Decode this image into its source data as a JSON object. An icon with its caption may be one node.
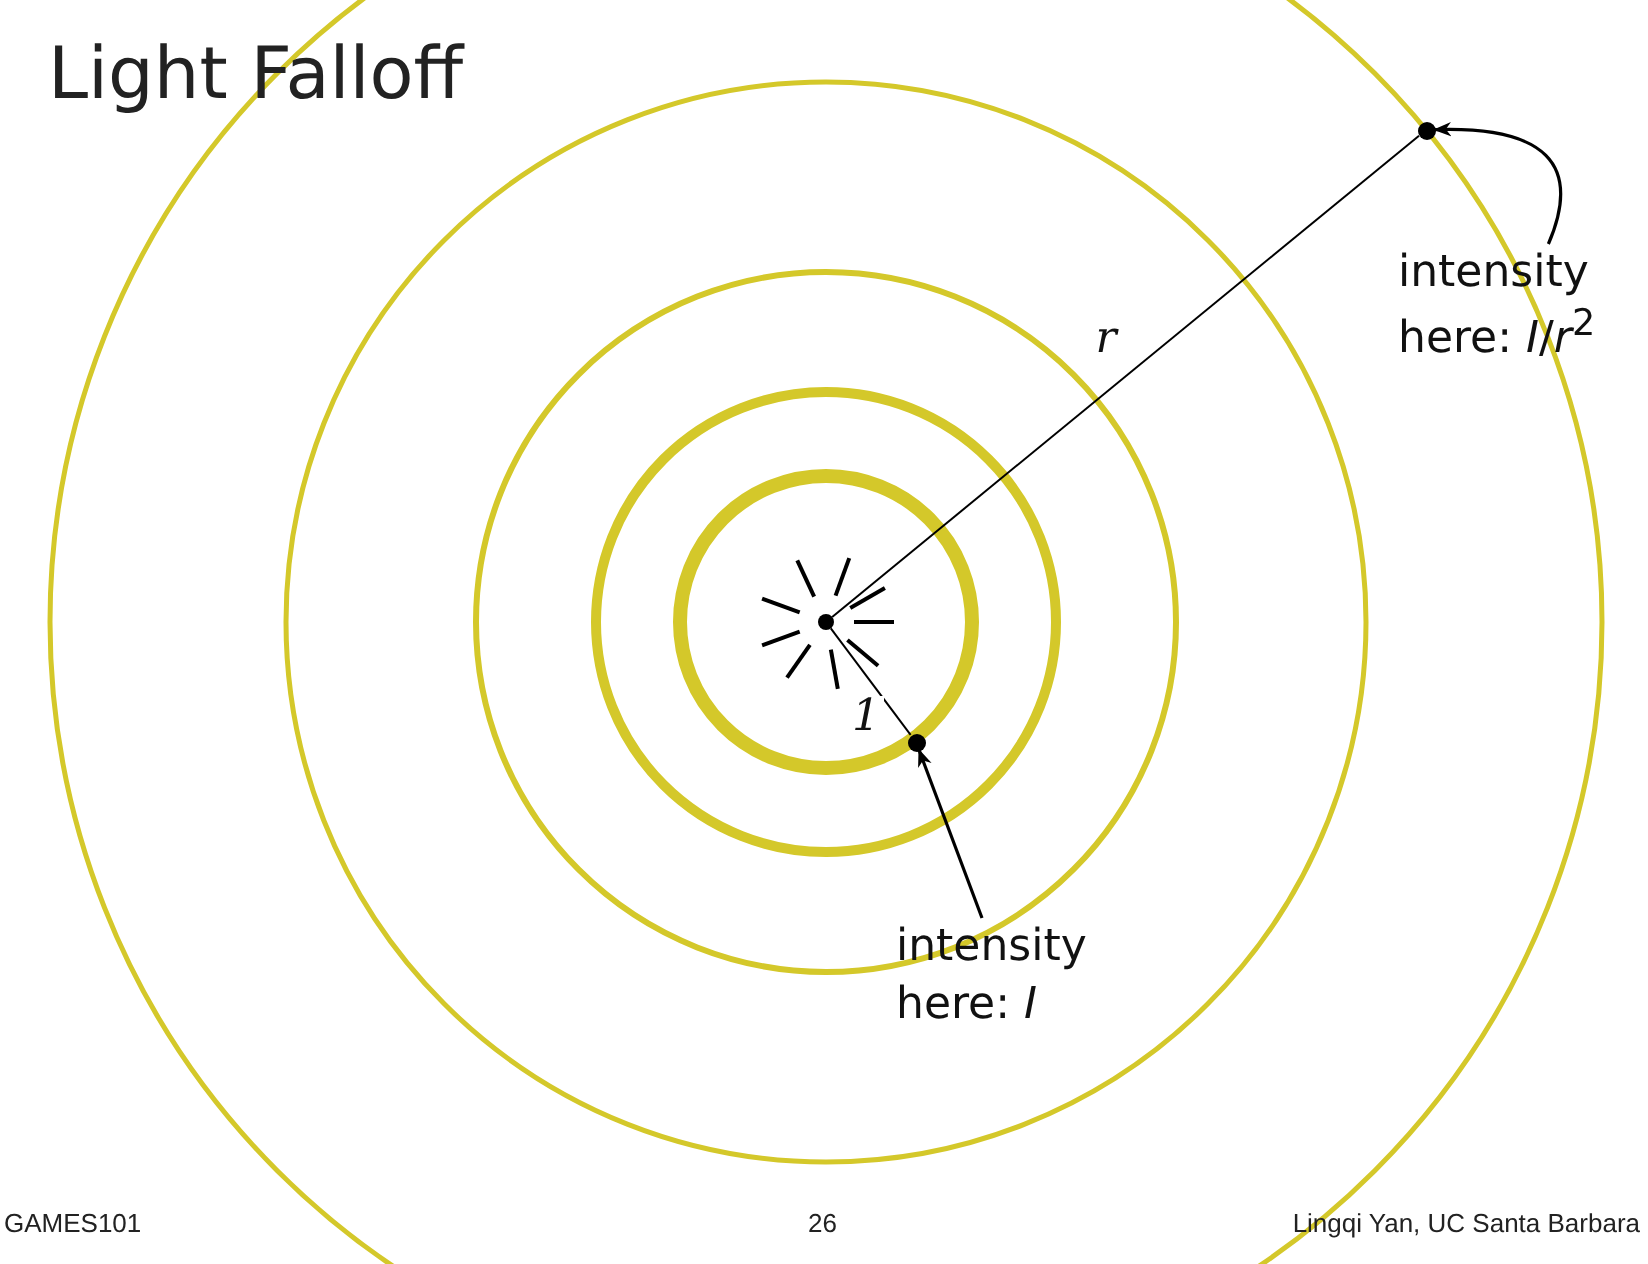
{
  "diagram": {
    "title": "Light Falloff",
    "nodes": [
      {
        "text": [],
        "shape": "circle"
      },
      {
        "text": [],
        "shape": "circle"
      },
      {
        "text": [],
        "shape": "circle"
      },
      {
        "text": [
          "intensity here: *I*"
        ]
      },
      {
        "text": [
          "intensity here: *I*/*r*$^{2}$"
        ]
      }
    ],
    "edges": [
      {
        "from": 0,
        "to": 1,
        "arrow": "none",
        "label": "1"
      },
      {
        "from": 0,
        "to": 2,
        "arrow": "none",
        "label": "r"
      },
      {
        "from": 3,
        "to": 1,
        "arrow": "to"
      },
      {
        "from": 4,
        "to": 2,
        "arrow": "to"
      }
    ],
    "labels": [
      "GAMES101",
      "26",
      "Lingqi Yan, UC Santa Barbara"
    ]
  }
}
